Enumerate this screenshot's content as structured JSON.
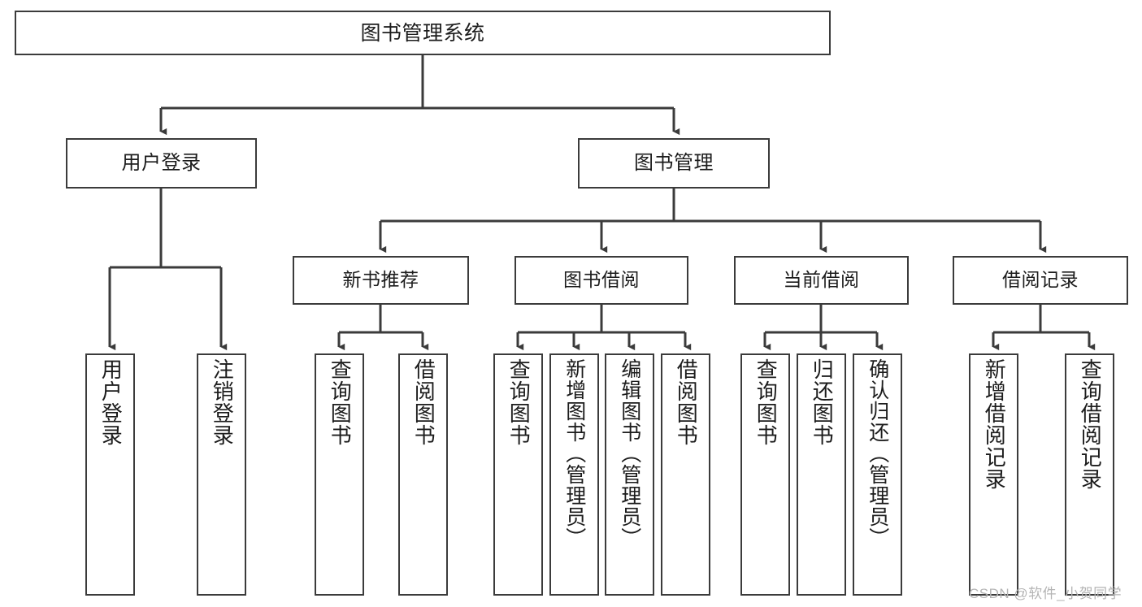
{
  "diagram": {
    "title": "图书管理系统",
    "type": "hierarchy-tree",
    "root": {
      "id": "root",
      "label": "图书管理系统"
    },
    "level2": [
      {
        "id": "user-login",
        "label": "用户登录"
      },
      {
        "id": "book-manage",
        "label": "图书管理"
      }
    ],
    "level3": [
      {
        "id": "new-book-recommend",
        "label": "新书推荐"
      },
      {
        "id": "book-borrow",
        "label": "图书借阅"
      },
      {
        "id": "current-borrow",
        "label": "当前借阅"
      },
      {
        "id": "borrow-record",
        "label": "借阅记录"
      }
    ],
    "leaves": {
      "user_login": [
        {
          "id": "leaf-user-login",
          "label": "用户登录"
        },
        {
          "id": "leaf-user-logout",
          "label": "注销登录"
        }
      ],
      "new_book_recommend": [
        {
          "id": "leaf-query-book-1",
          "label": "查询图书"
        },
        {
          "id": "leaf-borrow-book-1",
          "label": "借阅图书"
        }
      ],
      "book_borrow": [
        {
          "id": "leaf-query-book-2",
          "label": "查询图书"
        },
        {
          "id": "leaf-add-book",
          "label": "新增图书（管理员）"
        },
        {
          "id": "leaf-edit-book",
          "label": "编辑图书（管理员）"
        },
        {
          "id": "leaf-borrow-book-2",
          "label": "借阅图书"
        }
      ],
      "current_borrow": [
        {
          "id": "leaf-query-book-3",
          "label": "查询图书"
        },
        {
          "id": "leaf-return-book",
          "label": "归还图书"
        },
        {
          "id": "leaf-confirm-return",
          "label": "确认归还（管理员）"
        }
      ],
      "borrow_record": [
        {
          "id": "leaf-add-record",
          "label": "新增借阅记录"
        },
        {
          "id": "leaf-query-record",
          "label": "查询借阅记录"
        }
      ]
    }
  },
  "watermark": {
    "text": "CSDN @软件_小贺同学"
  },
  "colors": {
    "stroke": "#3b3b3b",
    "fill": "#ffffff",
    "text": "#1c1c1c",
    "watermark": "#b4b4b4"
  }
}
